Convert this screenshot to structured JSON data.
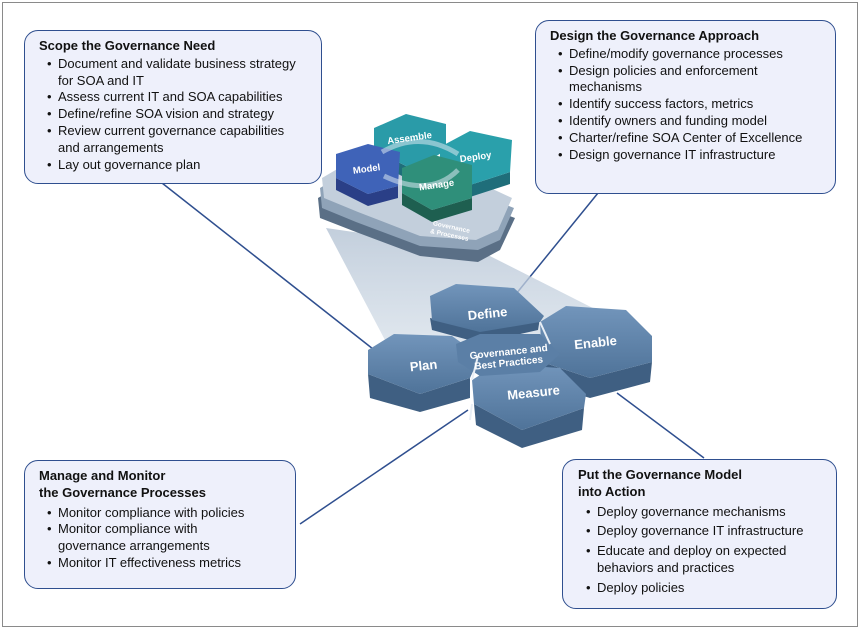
{
  "boxes": {
    "scope": {
      "title": "Scope the Governance Need",
      "items": [
        "Document and validate business strategy for SOA and IT",
        "Assess current IT and SOA capabilities",
        "Define/refine SOA vision and strategy",
        "Review current governance capabilities and arrangements",
        "Lay out governance plan"
      ]
    },
    "design": {
      "title": "Design the Governance Approach",
      "items": [
        "Define/modify governance processes",
        "Design policies and enforcement mechanisms",
        "Identify success factors, metrics",
        "Identify owners and funding model",
        "Charter/refine SOA Center of Excellence",
        "Design governance IT infrastructure"
      ]
    },
    "manage": {
      "title_line1": "Manage and Monitor",
      "title_line2": "the Governance Processes",
      "items": [
        "Monitor compliance with policies",
        "Monitor compliance with governance arrangements",
        "Monitor IT effectiveness metrics"
      ]
    },
    "action": {
      "title_line1": "Put the Governance Model",
      "title_line2": "into Action",
      "items": [
        "Deploy governance mechanisms",
        "Deploy governance IT infrastructure",
        "Educate and deploy on expected behaviors and practices",
        "Deploy policies"
      ]
    }
  },
  "top_cluster": {
    "assemble": "Assemble",
    "deploy": "Deploy",
    "model": "Model",
    "manage": "Manage",
    "base_line1": "Governance",
    "base_line2": "& Processes"
  },
  "bottom_cluster": {
    "define": "Define",
    "enable": "Enable",
    "plan": "Plan",
    "measure": "Measure",
    "center_line1": "Governance and",
    "center_line2": "Best Practices"
  },
  "colors": {
    "box_border": "#2f4f8f",
    "box_fill": "#eef0fb",
    "hex_bottom": "#5b7fa6",
    "hex_teal": "#2a9ba8",
    "hex_blue": "#3f63b8",
    "hex_green": "#2f8f7a"
  }
}
